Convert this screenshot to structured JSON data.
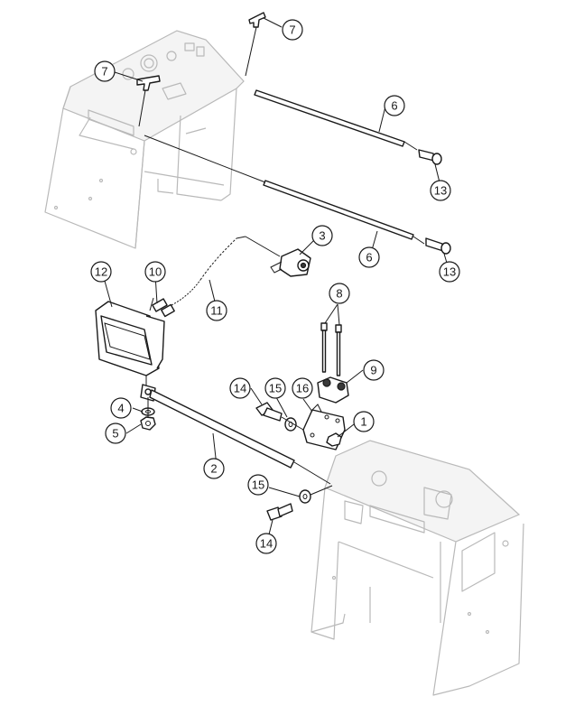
{
  "callouts": [
    {
      "label": "7"
    },
    {
      "label": "7"
    },
    {
      "label": "6"
    },
    {
      "label": "13"
    },
    {
      "label": "6"
    },
    {
      "label": "13"
    },
    {
      "label": "3"
    },
    {
      "label": "12"
    },
    {
      "label": "10"
    },
    {
      "label": "11"
    },
    {
      "label": "8"
    },
    {
      "label": "9"
    },
    {
      "label": "14"
    },
    {
      "label": "15"
    },
    {
      "label": "16"
    },
    {
      "label": "1"
    },
    {
      "label": "4"
    },
    {
      "label": "5"
    },
    {
      "label": "2"
    },
    {
      "label": "15"
    },
    {
      "label": "14"
    }
  ]
}
